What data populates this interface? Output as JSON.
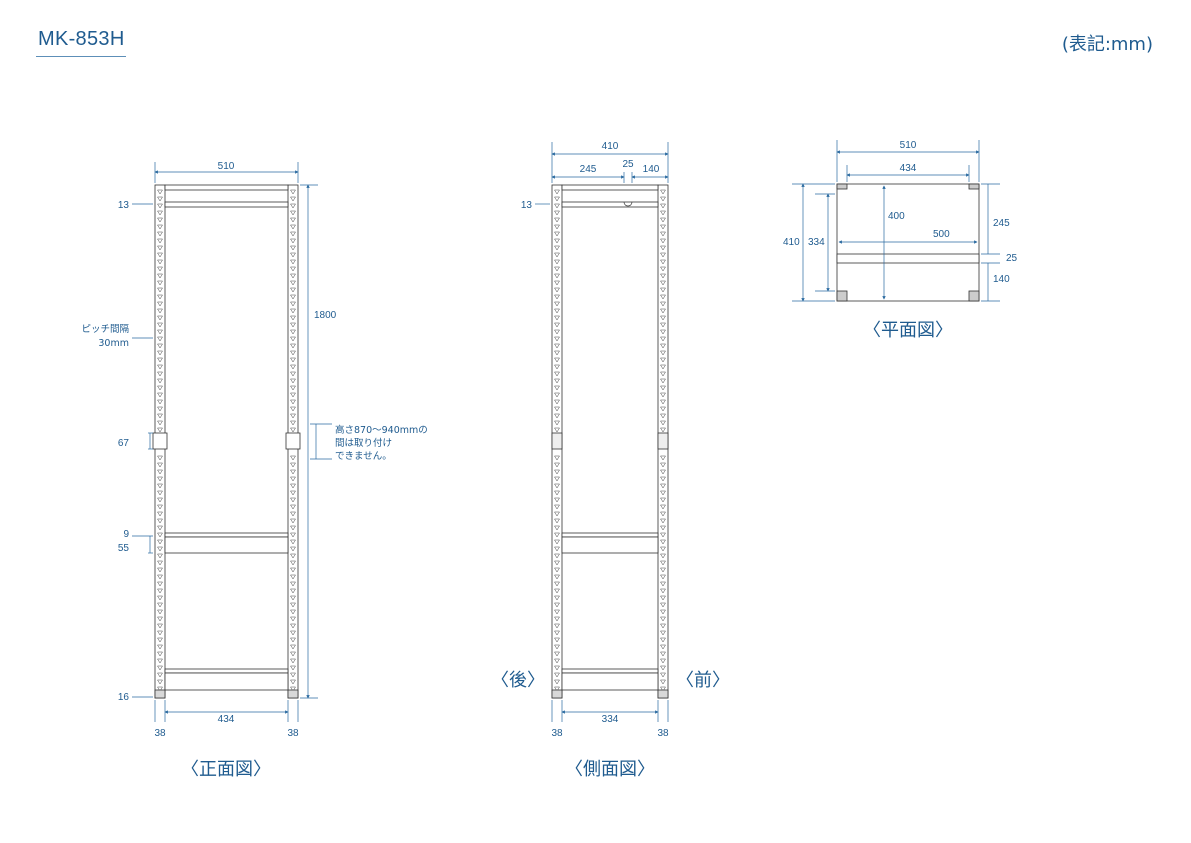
{
  "header": {
    "model": "MK-853H",
    "unit": "(表記:mm)"
  },
  "front_view": {
    "caption": "〈正面図〉",
    "width_top": "510",
    "height_total": "1800",
    "inner_width": "434",
    "post_left": "38",
    "post_right": "38",
    "top_offset": "13",
    "pitch_label": "ピッチ間隔",
    "pitch_value": "30mm",
    "joint_height": "67",
    "shelf_thickness": "9",
    "shelf_depth": "55",
    "bottom_offset": "16",
    "note_line1": "高さ870〜940mmの",
    "note_line2": "間は取り付け",
    "note_line3": "できません。"
  },
  "side_view": {
    "caption": "〈側面図〉",
    "depth_total": "410",
    "seg_back": "245",
    "seg_mid": "25",
    "seg_front": "140",
    "top_offset": "13",
    "inner_depth": "334",
    "post_left": "38",
    "post_right": "38",
    "back_label": "〈後〉",
    "front_label": "〈前〉"
  },
  "plan_view": {
    "caption": "〈平面図〉",
    "width_total": "510",
    "inner_width": "434",
    "depth_total": "410",
    "inner_depth": "334",
    "depth_400": "400",
    "span_500": "500",
    "right_245": "245",
    "right_25": "25",
    "right_140": "140"
  }
}
